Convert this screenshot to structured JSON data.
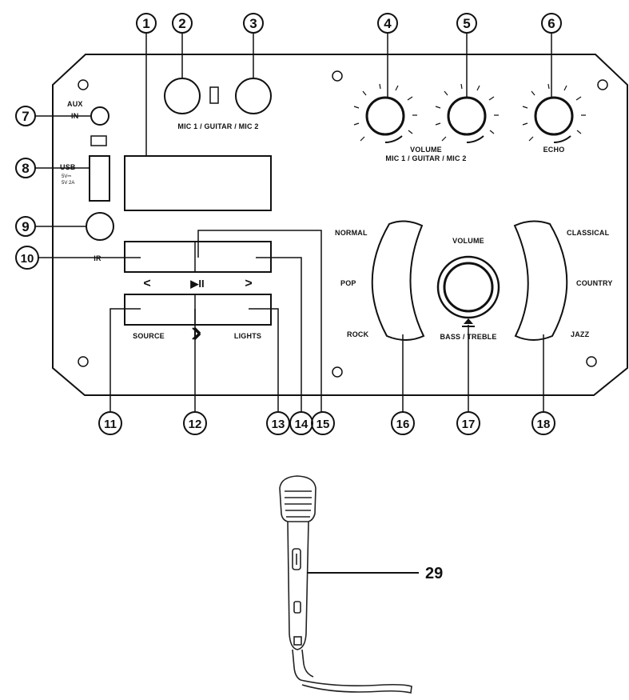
{
  "callouts": {
    "c1": "1",
    "c2": "2",
    "c3": "3",
    "c4": "4",
    "c5": "5",
    "c6": "6",
    "c7": "7",
    "c8": "8",
    "c9": "9",
    "c10": "10",
    "c11": "11",
    "c12": "12",
    "c13": "13",
    "c14": "14",
    "c15": "15",
    "c16": "16",
    "c17": "17",
    "c18": "18"
  },
  "labels": {
    "mic_inputs": "MIC 1 / GUITAR / MIC 2",
    "aux": "AUX",
    "aux_in": "IN",
    "usb": "USB",
    "usb_spec1": "5V⎓",
    "usb_spec2": "5V 2A",
    "ir": "IR",
    "volume_mics": "VOLUME",
    "volume_mics_sub": "MIC 1 / GUITAR / MIC 2",
    "echo": "ECHO",
    "prev": "<",
    "play_pause": "▶II",
    "next": ">",
    "source": "SOURCE",
    "lights": "LIGHTS",
    "normal": "NORMAL",
    "pop": "POP",
    "rock": "ROCK",
    "master_volume": "VOLUME",
    "bass_treble": "BASS / TREBLE",
    "classical": "CLASSICAL",
    "country": "COUNTRY",
    "jazz": "JAZZ"
  },
  "microphone": {
    "ref": "29"
  }
}
